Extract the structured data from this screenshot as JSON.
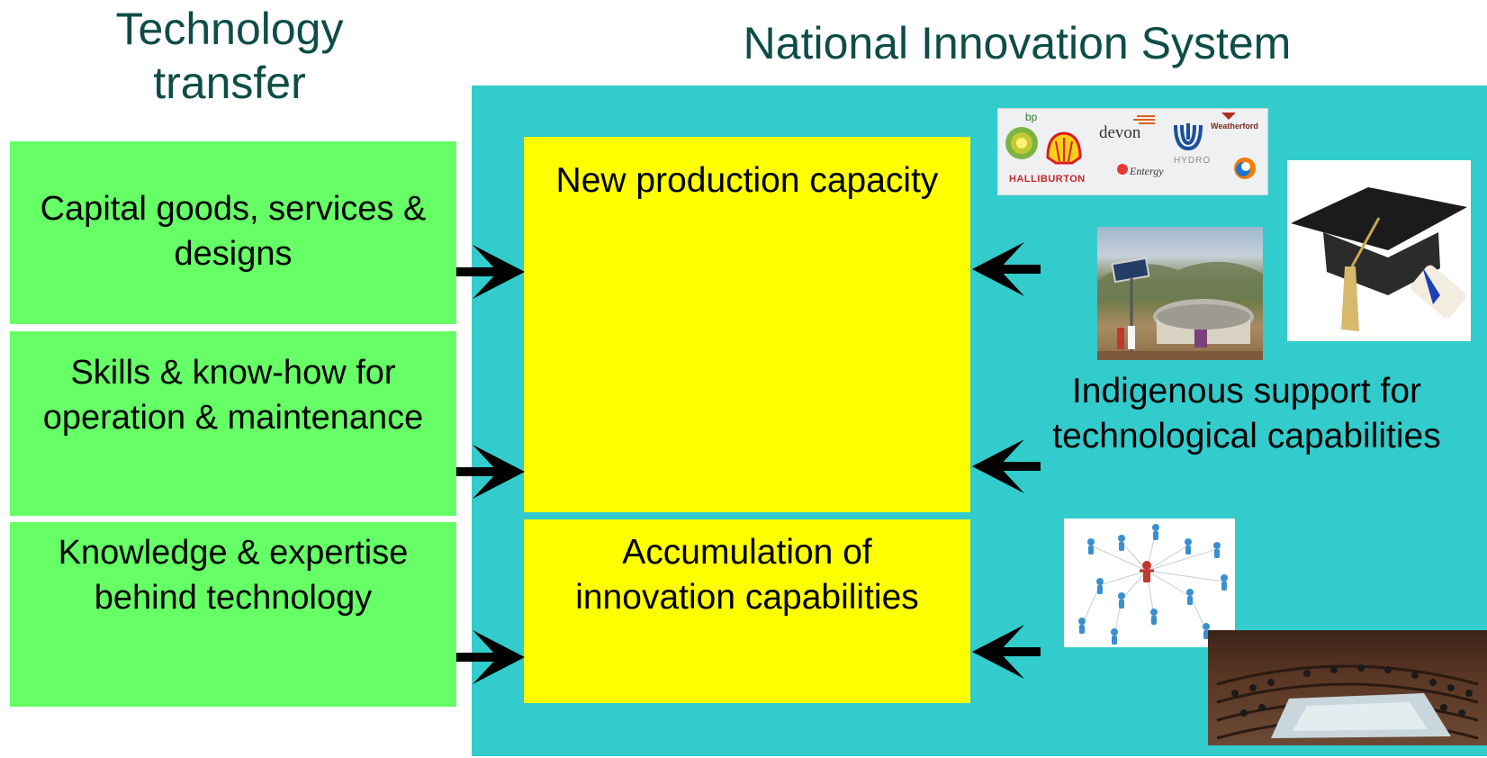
{
  "headings": {
    "left": "Technology transfer",
    "right": "National Innovation System"
  },
  "transfer_boxes": [
    {
      "label": "Capital goods, services & designs"
    },
    {
      "label": "Skills & know-how for operation & maintenance"
    },
    {
      "label": "Knowledge & expertise behind technology"
    }
  ],
  "capacity_boxes": {
    "production": "New production capacity",
    "accumulation": "Accumulation of innovation capabilities"
  },
  "indigenous_label": "Indigenous support for technological capabilities",
  "logos": {
    "bp": "bp",
    "devon": "devon",
    "weatherford": "Weatherford",
    "halliburton": "HALLIBURTON",
    "entergy": "Entergy",
    "hydro": "HYDRO"
  },
  "colors": {
    "heading": "#0d4d47",
    "teal_panel": "#33cccc",
    "green_box": "#66ff66",
    "yellow_box": "#ffff00",
    "arrow": "#000000"
  }
}
